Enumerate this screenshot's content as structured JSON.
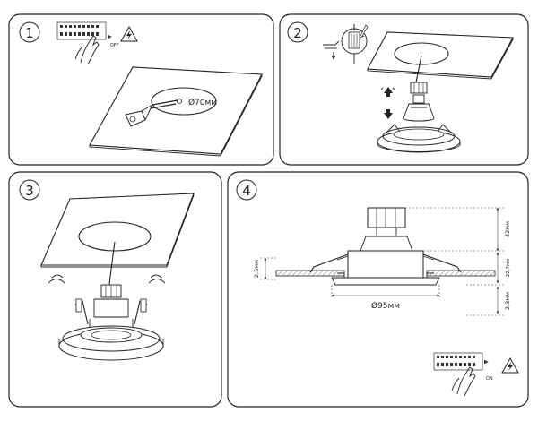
{
  "steps": [
    {
      "number": "1",
      "hole_label": "Ø70мм",
      "switch_label": "OFF"
    },
    {
      "number": "2"
    },
    {
      "number": "3"
    },
    {
      "number": "4",
      "dim_height_total": "42мм",
      "dim_height_upper": "22,7мм",
      "dim_height_lower": "2,3мм",
      "dim_flange": "2,5мм",
      "dim_diameter": "Ø95мм",
      "switch_label": "ON"
    }
  ],
  "colors": {
    "line": "#222222",
    "hatch": "#999999",
    "background": "#ffffff"
  },
  "icons": [
    "step-number-icon",
    "breaker-panel-icon",
    "hand-icon",
    "high-voltage-warning-icon",
    "screwdriver-icon",
    "up-arrow-icon",
    "down-arrow-icon",
    "spring-motion-icon"
  ]
}
